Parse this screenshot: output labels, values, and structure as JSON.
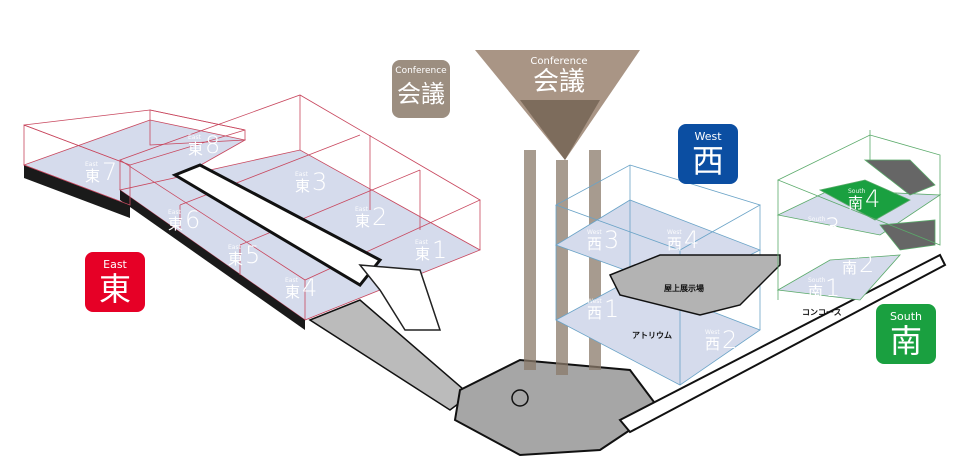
{
  "colors": {
    "east": "#e60026",
    "west": "#0b4ea2",
    "south": "#1aa040",
    "conference": "#9c8e80",
    "floor": "#d5dbec",
    "south4": "#1aa040"
  },
  "badges": {
    "east": {
      "en": "East",
      "kanji": "東"
    },
    "west": {
      "en": "West",
      "kanji": "西"
    },
    "south": {
      "en": "South",
      "kanji": "南"
    },
    "conference_small": {
      "en": "Conference",
      "kanji": "会議"
    },
    "conference_tower": {
      "en": "Conference",
      "kanji": "会議"
    }
  },
  "halls": {
    "east": [
      {
        "en": "East",
        "kanji": "東",
        "num": "1"
      },
      {
        "en": "East",
        "kanji": "東",
        "num": "2"
      },
      {
        "en": "East",
        "kanji": "東",
        "num": "3"
      },
      {
        "en": "East",
        "kanji": "東",
        "num": "4"
      },
      {
        "en": "East",
        "kanji": "東",
        "num": "5"
      },
      {
        "en": "East",
        "kanji": "東",
        "num": "6"
      },
      {
        "en": "East",
        "kanji": "東",
        "num": "7"
      },
      {
        "en": "East",
        "kanji": "東",
        "num": "8"
      }
    ],
    "west": [
      {
        "en": "West",
        "kanji": "西",
        "num": "1"
      },
      {
        "en": "West",
        "kanji": "西",
        "num": "2"
      },
      {
        "en": "West",
        "kanji": "西",
        "num": "3"
      },
      {
        "en": "West",
        "kanji": "西",
        "num": "4"
      }
    ],
    "south": [
      {
        "en": "South",
        "kanji": "南",
        "num": "1"
      },
      {
        "en": "South",
        "kanji": "南",
        "num": "2"
      },
      {
        "en": "South",
        "kanji": "南",
        "num": "3"
      },
      {
        "en": "South",
        "kanji": "南",
        "num": "4"
      }
    ]
  },
  "places": {
    "rooftop": "屋上展示場",
    "atrium": "アトリウム",
    "concourse": "コンコース"
  }
}
